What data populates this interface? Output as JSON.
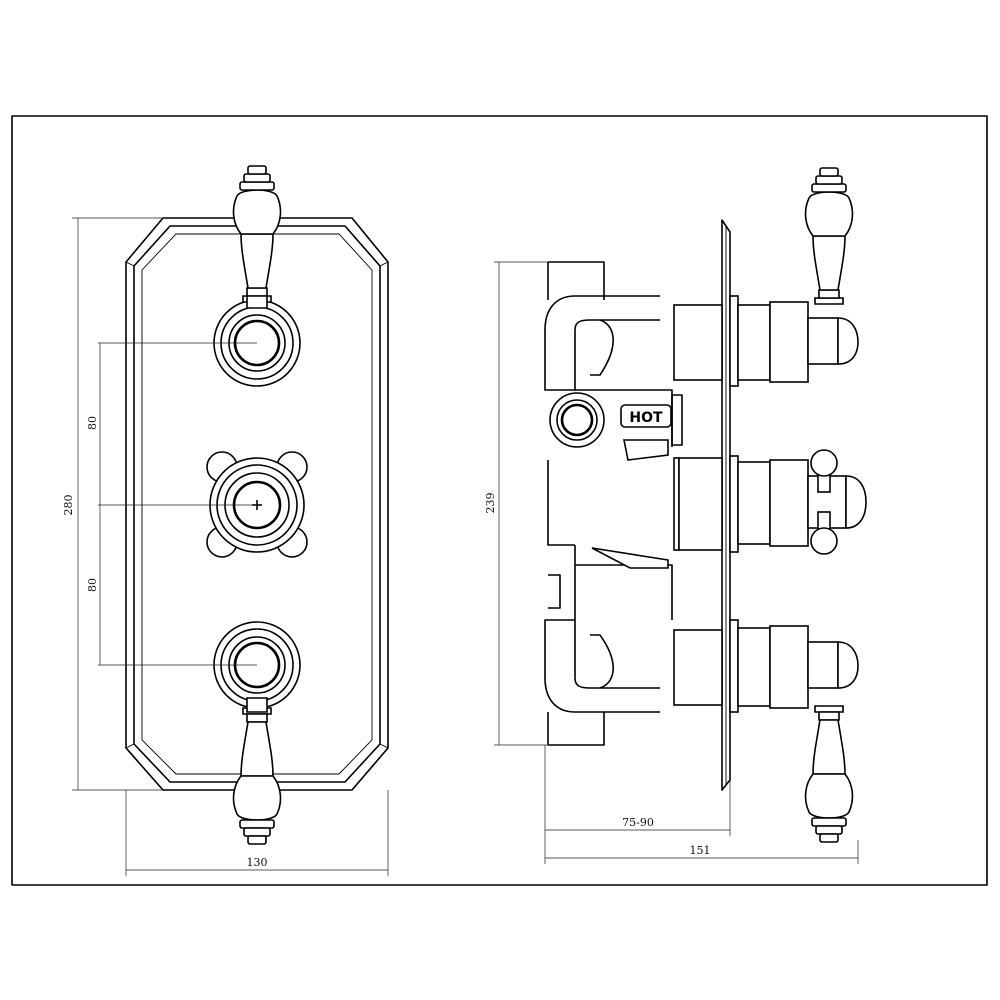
{
  "dimensions": {
    "front_height": "280",
    "front_width": "130",
    "spacing_upper": "80",
    "spacing_lower": "80",
    "side_height": "239",
    "wall_depth": "75-90",
    "total_depth": "151"
  },
  "labels": {
    "hot": "HOT"
  }
}
